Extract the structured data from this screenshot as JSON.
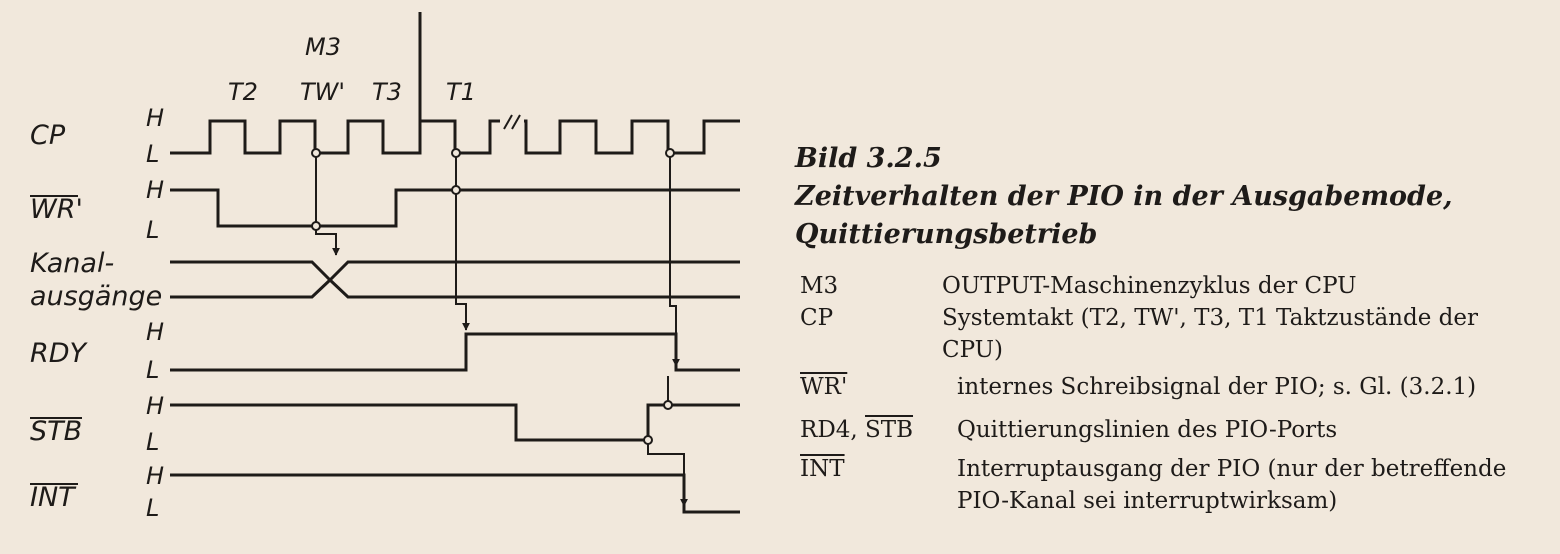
{
  "diagram": {
    "cycle_label": "M3",
    "states": [
      "T2",
      "TW'",
      "T3",
      "T1"
    ],
    "signals": [
      {
        "name": "CP",
        "overline": false,
        "levels": [
          "H",
          "L"
        ]
      },
      {
        "name": "WR'",
        "overline": true,
        "levels": [
          "H",
          "L"
        ]
      },
      {
        "name": "Kanal-",
        "name2": "ausgänge",
        "overline": false,
        "levels": []
      },
      {
        "name": "RDY",
        "overline": false,
        "levels": [
          "H",
          "L"
        ]
      },
      {
        "name": "STB",
        "overline": true,
        "levels": [
          "H",
          "L"
        ]
      },
      {
        "name": "INT",
        "overline": true,
        "levels": [
          "H",
          "L"
        ]
      }
    ]
  },
  "caption": {
    "figure": "Bild 3.2.5",
    "title_line1": "Zeitverhalten der PIO in der Ausgabemode,",
    "title_line2": "Quittierungsbetrieb"
  },
  "legend": [
    {
      "key": "M3",
      "text": "OUTPUT-Maschinenzyklus der CPU"
    },
    {
      "key": "CP",
      "text": "Systemtakt (T2, TW', T3, T1 Taktzustände der",
      "text2": "CPU)"
    },
    {
      "key": "WR'",
      "text": "internes Schreibsignal der PIO; s. Gl. (3.2.1)"
    },
    {
      "key": "RD4, ",
      "key2": "STB",
      "text": "Quittierungslinien des PIO-Ports"
    },
    {
      "key": "INT",
      "text": "Interruptausgang der PIO (nur der betreffende",
      "text2": "PIO-Kanal sei interruptwirksam)"
    }
  ]
}
